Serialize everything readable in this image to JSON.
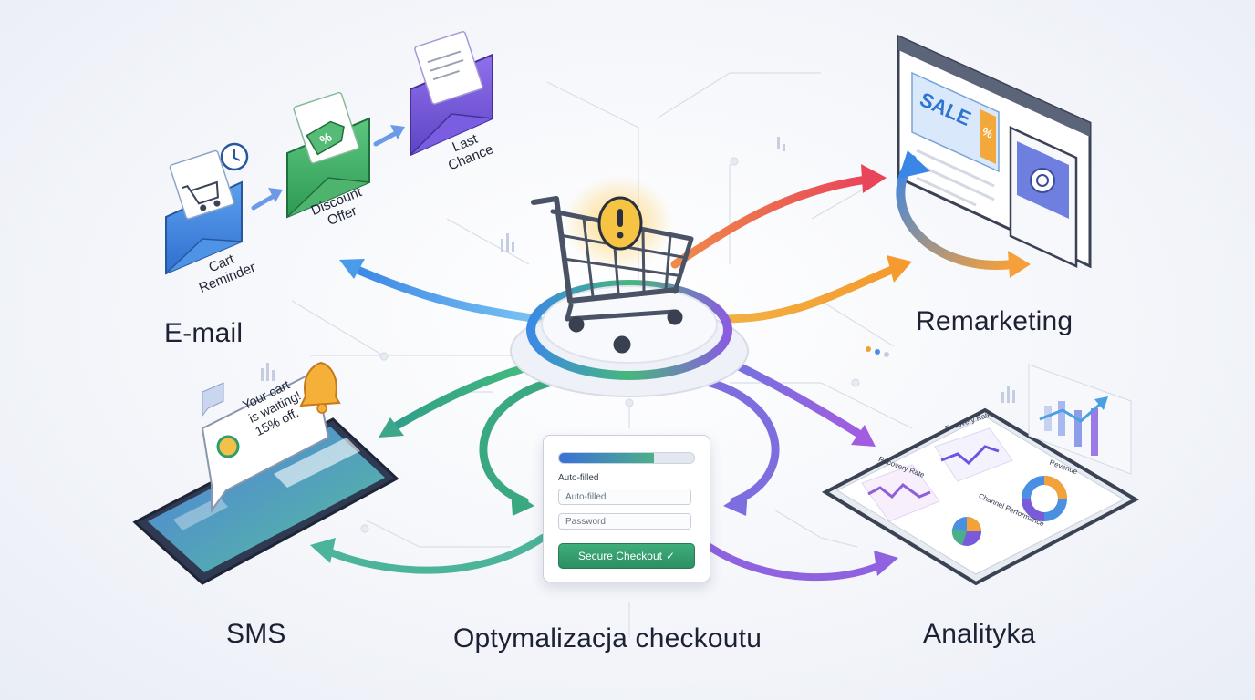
{
  "sections": {
    "email": "E-mail",
    "remarketing": "Remarketing",
    "sms": "SMS",
    "checkout": "Optymalizacja checkoutu",
    "analytics": "Analityka"
  },
  "emails": [
    {
      "caption": "Cart\nReminder",
      "icon": "cart-envelope-icon",
      "color": "#3d7fd6"
    },
    {
      "caption": "Discount\nOffer",
      "icon": "discount-envelope-icon",
      "color": "#3aa866"
    },
    {
      "caption": "Last\nChance",
      "icon": "last-chance-envelope-icon",
      "color": "#7a5ad8"
    }
  ],
  "remarketing_ad": {
    "sale_text": "SALE",
    "percent": "%"
  },
  "sms_bubble": {
    "text_lines": [
      "Your cart",
      "is waiting!",
      "15% off."
    ]
  },
  "checkout": {
    "progress": 0.7,
    "label": "Auto-filled",
    "field1_placeholder": "Auto-filled",
    "field2_placeholder": "Password",
    "button_label": "Secure Checkout",
    "button_check": "✓"
  },
  "analytics_panels": {
    "recovery_rate_1": "Recovery Rate",
    "recovery_rate_2": "Recovery Rate",
    "revenue": "Revenue",
    "channel_performance": "Channel Performance"
  },
  "colors": {
    "email": "#3d8fe0",
    "remarketing_red": "#e8505a",
    "remarketing_orange": "#f3a23a",
    "sms_green": "#42b983",
    "checkout_teal": "#4aa7b0",
    "analytics_purple": "#8a5ce0",
    "cart_glow": "#f5b93a"
  }
}
